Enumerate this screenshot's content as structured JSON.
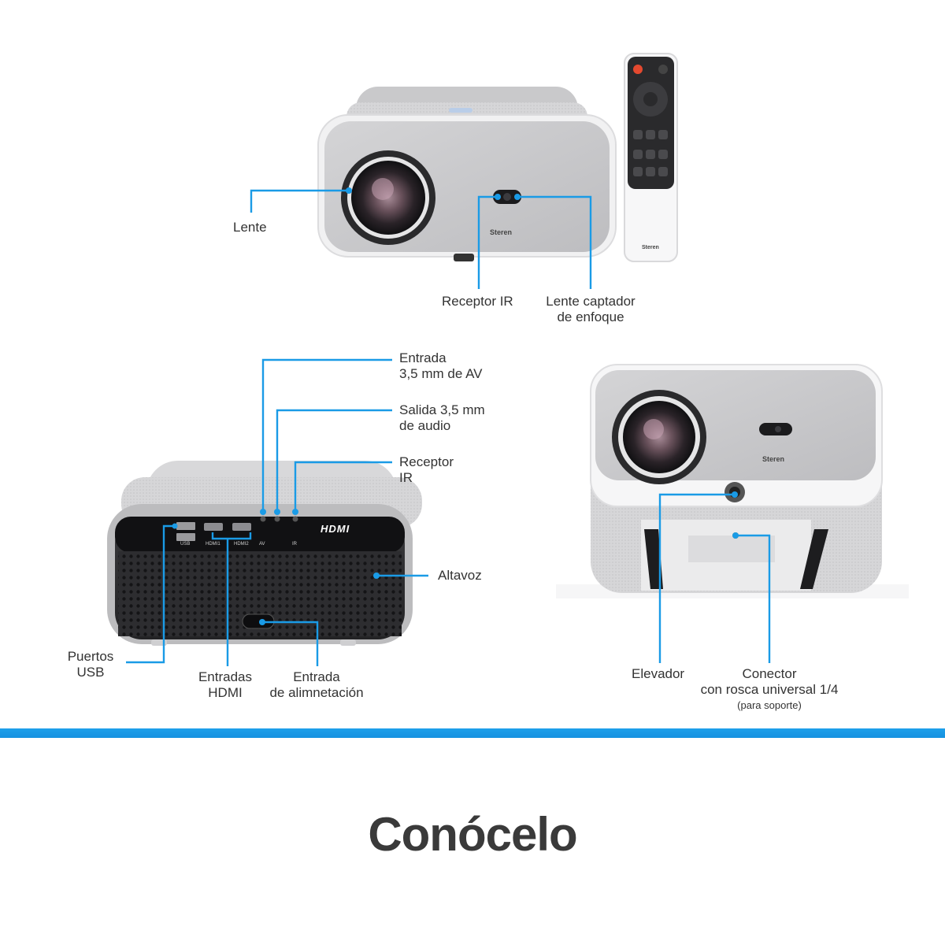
{
  "brand": "Steren",
  "callouts": {
    "lente": "Lente",
    "receptor_ir_front": "Receptor IR",
    "lente_captador_1": "Lente captador",
    "lente_captador_2": "de enfoque",
    "entrada_av_1": "Entrada",
    "entrada_av_2": "3,5 mm de AV",
    "salida_audio_1": "Salida 3,5 mm",
    "salida_audio_2": "de audio",
    "receptor_ir_back_1": "Receptor",
    "receptor_ir_back_2": "IR",
    "altavoz": "Altavoz",
    "puertos_usb_1": "Puertos",
    "puertos_usb_2": "USB",
    "entradas_hdmi_1": "Entradas",
    "entradas_hdmi_2": "HDMI",
    "entrada_alim_1": "Entrada",
    "entrada_alim_2": "de alimnetación",
    "elevador": "Elevador",
    "conector_1": "Conector",
    "conector_2": "con rosca universal 1/4",
    "conector_3": "(para soporte)"
  },
  "ports": {
    "usb": "USB",
    "hdmi1": "HDMI1",
    "hdmi2": "HDMI2",
    "av": "AV",
    "ir": "IR",
    "hdmi_logo": "HDMI"
  },
  "heading": "Conócelo",
  "colors": {
    "accent": "#1a9be6",
    "text": "#333333",
    "body_light": "#e9e9eb",
    "panel_dark": "#1b1b1d"
  }
}
